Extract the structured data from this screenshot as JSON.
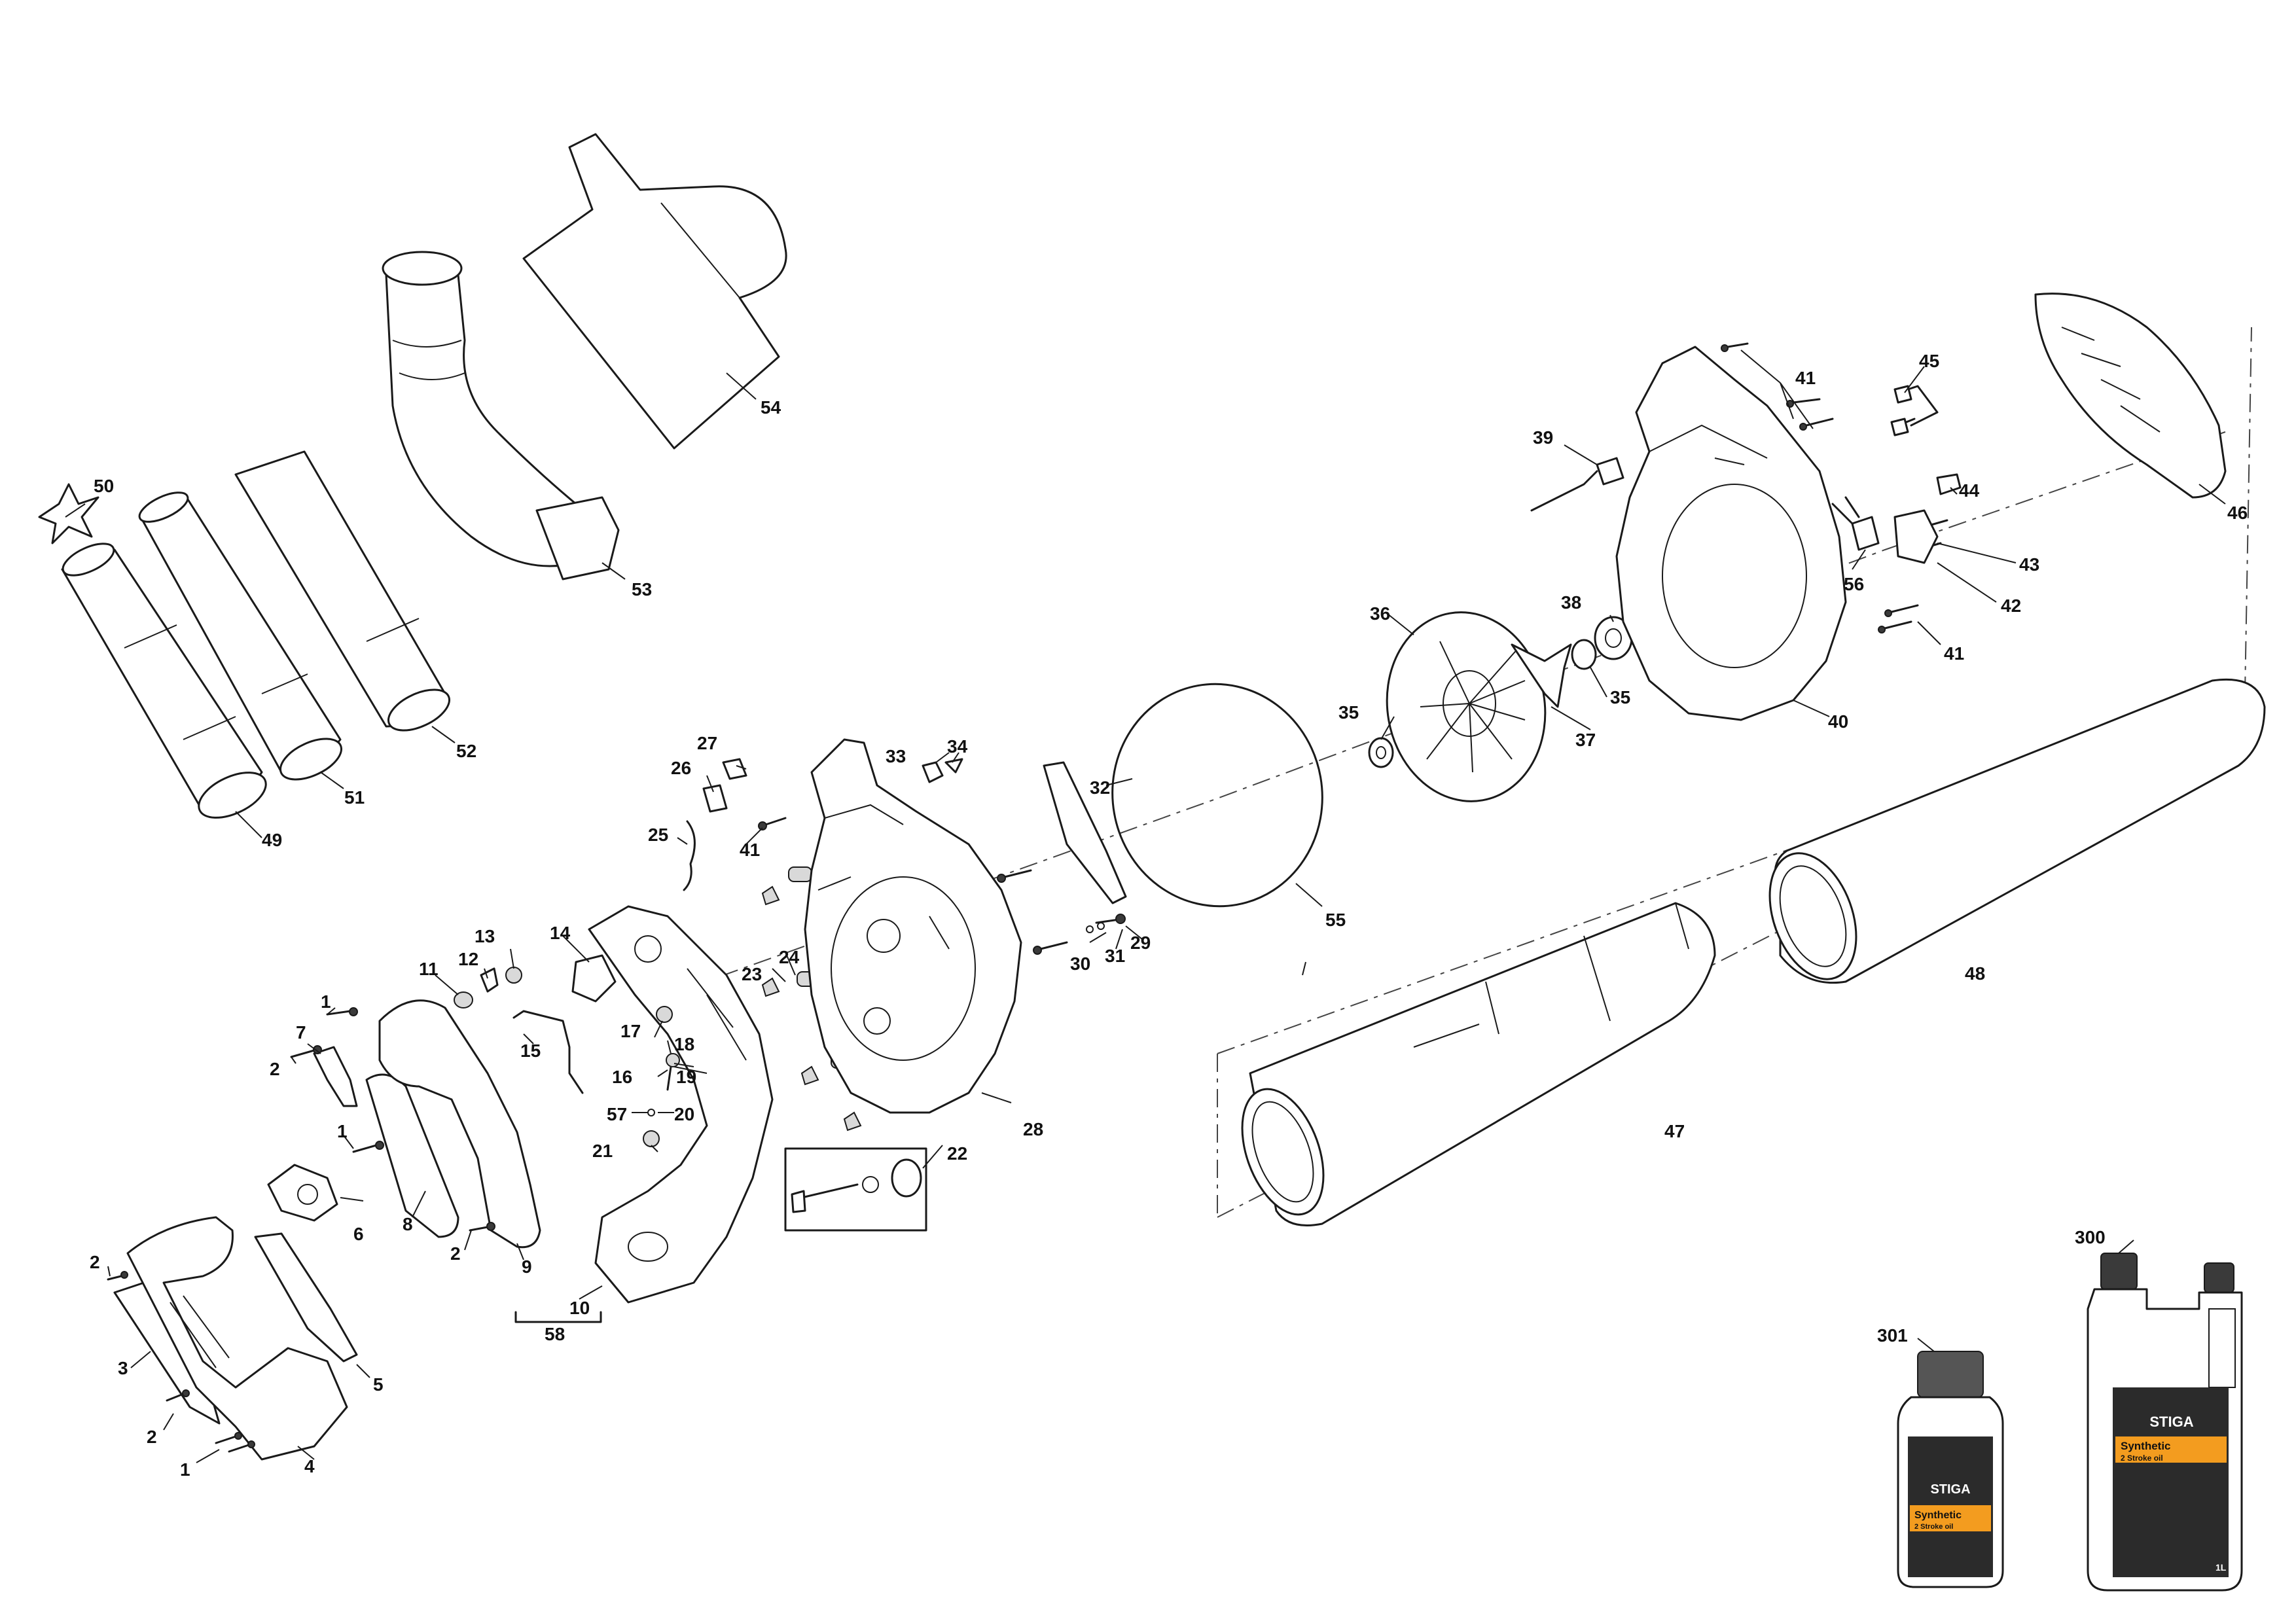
{
  "callouts": [
    {
      "id": "c1a",
      "text": "1"
    },
    {
      "id": "c1b",
      "text": "1"
    },
    {
      "id": "c1c",
      "text": "1"
    },
    {
      "id": "c2a",
      "text": "2"
    },
    {
      "id": "c2b",
      "text": "2"
    },
    {
      "id": "c2c",
      "text": "2"
    },
    {
      "id": "c2d",
      "text": "2"
    },
    {
      "id": "c3",
      "text": "3"
    },
    {
      "id": "c4",
      "text": "4"
    },
    {
      "id": "c5",
      "text": "5"
    },
    {
      "id": "c6",
      "text": "6"
    },
    {
      "id": "c7",
      "text": "7"
    },
    {
      "id": "c8",
      "text": "8"
    },
    {
      "id": "c9",
      "text": "9"
    },
    {
      "id": "c10",
      "text": "10"
    },
    {
      "id": "c11",
      "text": "11"
    },
    {
      "id": "c12",
      "text": "12"
    },
    {
      "id": "c13",
      "text": "13"
    },
    {
      "id": "c14",
      "text": "14"
    },
    {
      "id": "c15",
      "text": "15"
    },
    {
      "id": "c16",
      "text": "16"
    },
    {
      "id": "c17",
      "text": "17"
    },
    {
      "id": "c18",
      "text": "18"
    },
    {
      "id": "c19",
      "text": "19"
    },
    {
      "id": "c20",
      "text": "20"
    },
    {
      "id": "c21",
      "text": "21"
    },
    {
      "id": "c22",
      "text": "22"
    },
    {
      "id": "c23",
      "text": "23"
    },
    {
      "id": "c24",
      "text": "24"
    },
    {
      "id": "c25",
      "text": "25"
    },
    {
      "id": "c26",
      "text": "26"
    },
    {
      "id": "c27",
      "text": "27"
    },
    {
      "id": "c28",
      "text": "28"
    },
    {
      "id": "c29",
      "text": "29"
    },
    {
      "id": "c30",
      "text": "30"
    },
    {
      "id": "c31",
      "text": "31"
    },
    {
      "id": "c32",
      "text": "32"
    },
    {
      "id": "c33",
      "text": "33"
    },
    {
      "id": "c34",
      "text": "34"
    },
    {
      "id": "c35a",
      "text": "35"
    },
    {
      "id": "c35b",
      "text": "35"
    },
    {
      "id": "c36",
      "text": "36"
    },
    {
      "id": "c37",
      "text": "37"
    },
    {
      "id": "c38",
      "text": "38"
    },
    {
      "id": "c39",
      "text": "39"
    },
    {
      "id": "c40",
      "text": "40"
    },
    {
      "id": "c41a",
      "text": "41"
    },
    {
      "id": "c41b",
      "text": "41"
    },
    {
      "id": "c41c",
      "text": "41"
    },
    {
      "id": "c42",
      "text": "42"
    },
    {
      "id": "c43",
      "text": "43"
    },
    {
      "id": "c44",
      "text": "44"
    },
    {
      "id": "c45",
      "text": "45"
    },
    {
      "id": "c46",
      "text": "46"
    },
    {
      "id": "c47",
      "text": "47"
    },
    {
      "id": "c48",
      "text": "48"
    },
    {
      "id": "c49",
      "text": "49"
    },
    {
      "id": "c50",
      "text": "50"
    },
    {
      "id": "c51",
      "text": "51"
    },
    {
      "id": "c52",
      "text": "52"
    },
    {
      "id": "c53",
      "text": "53"
    },
    {
      "id": "c54",
      "text": "54"
    },
    {
      "id": "c55",
      "text": "55"
    },
    {
      "id": "c56",
      "text": "56"
    },
    {
      "id": "c57",
      "text": "57"
    },
    {
      "id": "c58",
      "text": "58"
    },
    {
      "id": "c300",
      "text": "300"
    },
    {
      "id": "c301",
      "text": "301"
    }
  ],
  "bottles": {
    "large": {
      "brand": "STIGA",
      "product": "Synthetic",
      "subtitle": "2 Stroke oil",
      "volume": "1L"
    },
    "small": {
      "brand": "STIGA",
      "product": "Synthetic",
      "subtitle": "2 Stroke oil"
    }
  },
  "colors": {
    "line": "#1a1a1a",
    "label_accent": "#f39c1f",
    "label_dark": "#2b2b2b",
    "cap": "#555555"
  }
}
